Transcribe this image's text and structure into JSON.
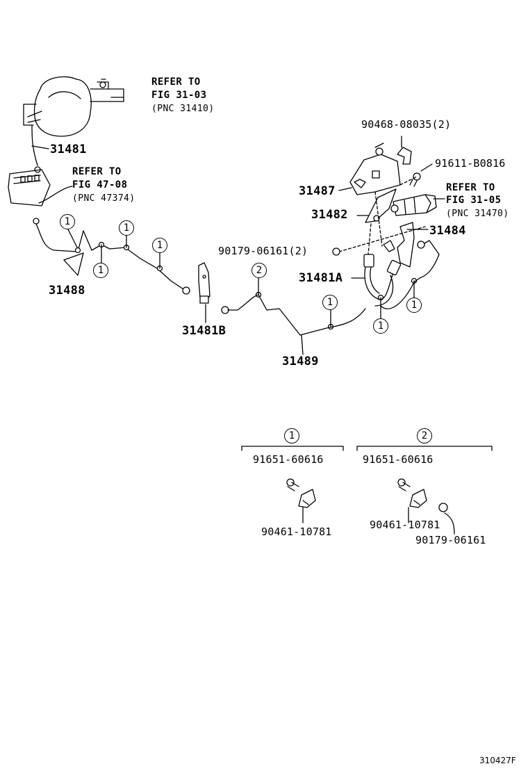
{
  "refs": {
    "ref_31_03": {
      "line1": "REFER TO",
      "line2": "FIG 31-03",
      "line3": "(PNC 31410)"
    },
    "ref_47_08": {
      "line1": "REFER TO",
      "line2": "FIG 47-08",
      "line3": "(PNC 47374)"
    },
    "ref_31_05": {
      "line1": "REFER TO",
      "line2": "FIG 31-05",
      "line3": "(PNC 31470)"
    }
  },
  "parts": {
    "p31481": "31481",
    "p31488": "31488",
    "p31481B": "31481B",
    "p31489": "31489",
    "p31481A": "31481A",
    "p31487": "31487",
    "p31482": "31482",
    "p31484": "31484",
    "p90468": "90468-08035(2)",
    "p91611": "91611-B0816",
    "p90179_2": "90179-06161(2)"
  },
  "clips": {
    "marker1": "1",
    "marker2": "2"
  },
  "kits": {
    "kit1": {
      "marker": "1",
      "bolt": "91651-60616",
      "clamp": "90461-10781"
    },
    "kit2": {
      "marker": "2",
      "bolt": "91651-60616",
      "clamp": "90461-10781",
      "nut": "90179-06161"
    }
  },
  "footer": {
    "code": "310427F"
  }
}
